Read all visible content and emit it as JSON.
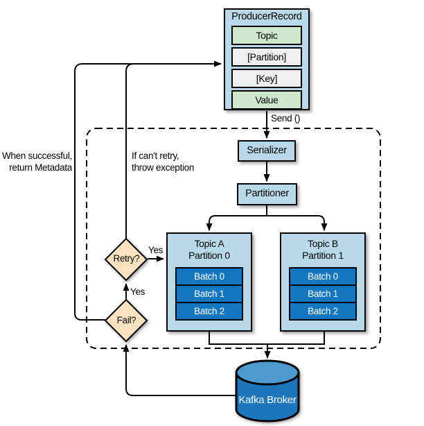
{
  "producer_record": {
    "title": "ProducerRecord",
    "fields": [
      "Topic",
      "[Partition]",
      "[Key]",
      "Value"
    ]
  },
  "labels": {
    "send": "Send ()",
    "yes_retry": "Yes",
    "yes_fail": "Yes"
  },
  "notes": {
    "success_line1": "When successful,",
    "success_line2": "return Metadata",
    "throw_line1": "If can't retry,",
    "throw_line2": "throw exception"
  },
  "nodes": {
    "serializer": "Serializer",
    "partitioner": "Partitioner",
    "retry": "Retry?",
    "fail": "Fail?",
    "broker": "Kafka Broker"
  },
  "topic_a": {
    "line1": "Topic A",
    "line2": "Partition 0",
    "batches": [
      "Batch 0",
      "Batch 1",
      "Batch 2"
    ]
  },
  "topic_b": {
    "line1": "Topic B",
    "line2": "Partition 1",
    "batches": [
      "Batch 0",
      "Batch 1",
      "Batch 2"
    ]
  },
  "colors": {
    "box_blue": "#b9d8ea",
    "field_green": "#cde8cd",
    "field_gray": "#efefef",
    "batch_blue": "#1377bf",
    "broker_body": "#1b76bc",
    "broker_top": "#4d9bce",
    "diamond": "#fbe2c0",
    "line": "#000000"
  }
}
